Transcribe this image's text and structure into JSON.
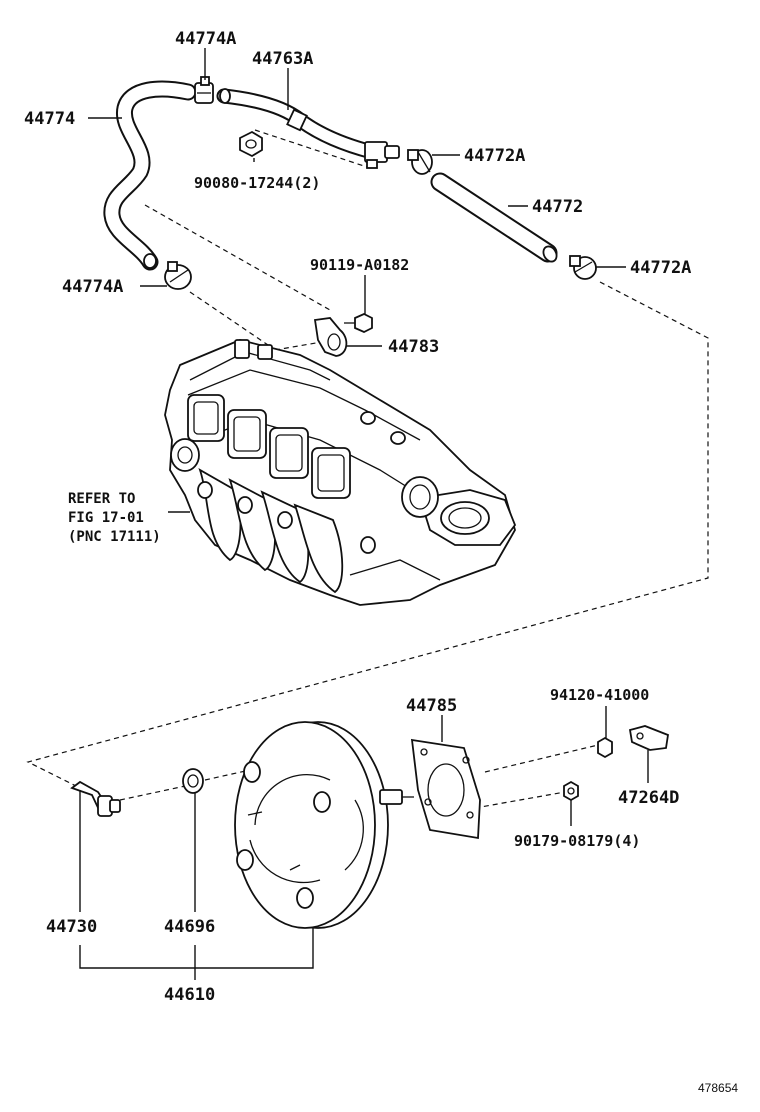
{
  "callouts": {
    "p44774A_top": "44774A",
    "p44763A": "44763A",
    "p44774": "44774",
    "p90080": "90080-17244(2)",
    "p44772A_1": "44772A",
    "p44772": "44772",
    "p90119": "90119-A0182",
    "p44772A_2": "44772A",
    "p44774A_bot": "44774A",
    "p44783": "44783",
    "refer_1": "REFER TO",
    "refer_2": "FIG 17-01",
    "refer_3": "(PNC 17111)",
    "p44785": "44785",
    "p94120": "94120-41000",
    "p47264D": "47264D",
    "p90179": "90179-08179(4)",
    "p44730": "44730",
    "p44696": "44696",
    "p44610": "44610"
  },
  "diagram_id": "478654",
  "colors": {
    "ink": "#111111",
    "background": "#ffffff"
  }
}
